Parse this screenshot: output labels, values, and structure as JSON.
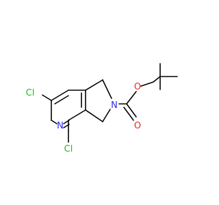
{
  "molecule": {
    "atoms": [
      {
        "id": "cl6",
        "symbol": "Cl",
        "label": "Cl",
        "color": "#1dbb1d"
      },
      {
        "id": "cl4",
        "symbol": "Cl",
        "label": "Cl",
        "color": "#1dbb1d"
      },
      {
        "id": "n5",
        "symbol": "N",
        "label": "N",
        "color": "#2a2ae6"
      },
      {
        "id": "n2",
        "symbol": "N",
        "label": "N",
        "color": "#2a2ae6"
      },
      {
        "id": "o_ester",
        "symbol": "O",
        "label": "O",
        "color": "#e62a2a"
      },
      {
        "id": "o_carbonyl",
        "symbol": "O",
        "label": "O",
        "color": "#e62a2a"
      }
    ],
    "bond_color": "#000000"
  }
}
